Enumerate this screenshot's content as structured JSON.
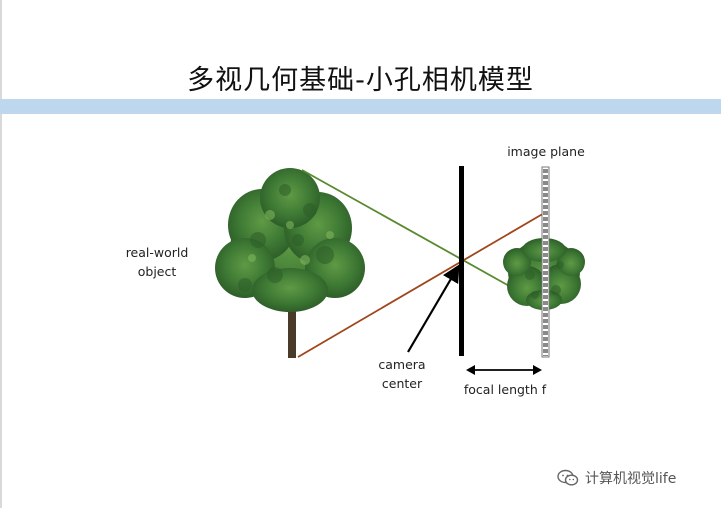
{
  "slide": {
    "title": "多视几何基础-小孔相机模型"
  },
  "diagram": {
    "labels": {
      "object": [
        "real-world",
        "object"
      ],
      "camera": [
        "camera",
        "center"
      ],
      "image_plane": "image plane",
      "focal_length": "focal length f"
    },
    "colors": {
      "title_bar": "#bdd7ee",
      "top_ray": "#5a8a2f",
      "bottom_ray": "#a0461a",
      "barrier": "#000000",
      "foliage": "#3f7a35",
      "trunk": "#4a3a2a"
    }
  },
  "watermark": {
    "text": "计算机视觉life",
    "icon": "wechat-icon"
  }
}
